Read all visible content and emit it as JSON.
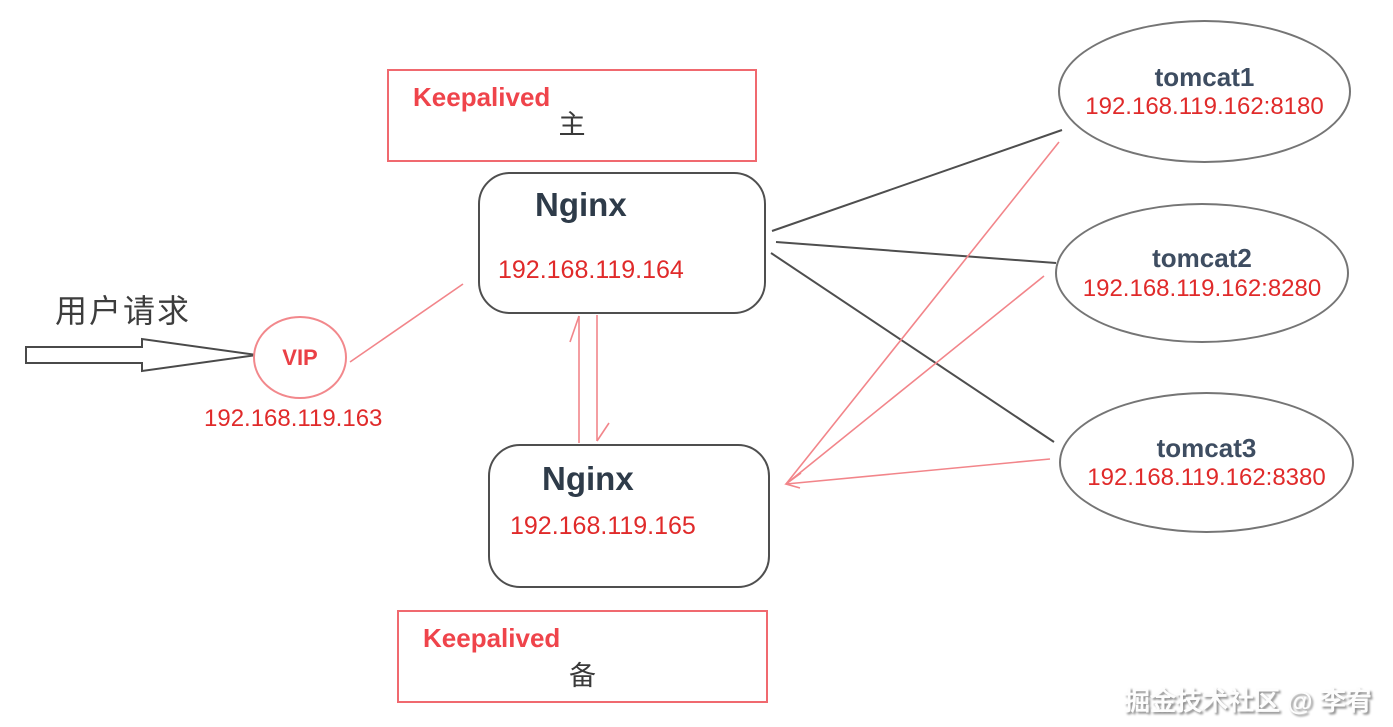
{
  "diagram": {
    "user_request": {
      "label": "用户请求"
    },
    "vip": {
      "label": "VIP",
      "ip": "192.168.119.163"
    },
    "keepalived_master": {
      "label": "Keepalived",
      "role": "主"
    },
    "keepalived_backup": {
      "label": "Keepalived",
      "role": "备"
    },
    "nginx_master": {
      "title": "Nginx",
      "ip": "192.168.119.164"
    },
    "nginx_backup": {
      "title": "Nginx",
      "ip": "192.168.119.165"
    },
    "tomcats": [
      {
        "name": "tomcat1",
        "address": "192.168.119.162:8180"
      },
      {
        "name": "tomcat2",
        "address": "192.168.119.162:8280"
      },
      {
        "name": "tomcat3",
        "address": "192.168.119.162:8380"
      }
    ],
    "watermark": "掘金技术社区 @ 李宥",
    "colors": {
      "accent_red_text": "#e02a2a",
      "keepalived_label_red": "#ef444b",
      "red_border": "#f0696f",
      "red_line": "#f2858a",
      "dark_line": "#4e4e4e",
      "node_border_gray": "#757575",
      "title_dark": "#2e3b49"
    }
  }
}
